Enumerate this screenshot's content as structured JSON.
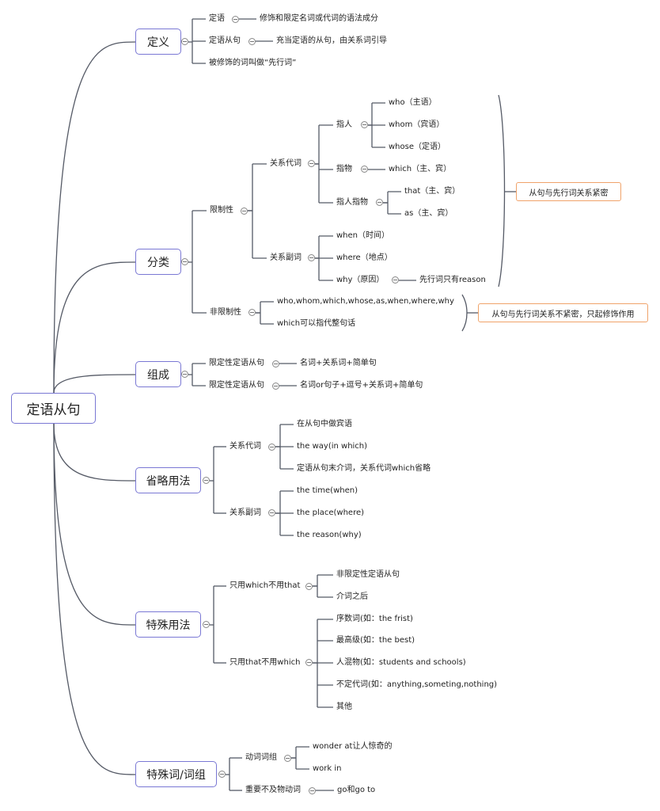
{
  "root": "定语从句",
  "branches": {
    "def": {
      "title": "定义",
      "attr": "定语",
      "attr_desc": "修饰和限定名词或代词的语法成分",
      "clause": "定语从句",
      "clause_desc": "充当定语的从句，由关系词引导",
      "antecedent": "被修饰的词叫做“先行词”"
    },
    "cls": {
      "title": "分类",
      "restrictive": "限制性",
      "rel_pron": "关系代词",
      "person": "指人",
      "who": "who（主语）",
      "whom": "whom（宾语）",
      "whose": "whose（定语）",
      "thing": "指物",
      "which": "which（主、宾）",
      "person_thing": "指人指物",
      "that": "that（主、宾）",
      "as": "as（主、宾）",
      "rel_adv": "关系副词",
      "when": "when（时间）",
      "where": "where（地点）",
      "why": "why（原因）",
      "why_note": "先行词只有reason",
      "restrictive_note": "从句与先行词关系紧密",
      "nonrestrictive": "非限制性",
      "nr_words": "who,whom,which,whose,as,when,where,why",
      "nr_which": "which可以指代整句话",
      "nonrestrictive_note": "从句与先行词关系不紧密，只起修饰作用"
    },
    "comp": {
      "title": "组成",
      "c1": "限定性定语从句",
      "c1_desc": "名词+关系词+简单句",
      "c2": "限定性定语从句",
      "c2_desc": "名词or句子+逗号+关系词+简单句"
    },
    "omit": {
      "title": "省略用法",
      "pron": "关系代词",
      "p1": "在从句中做宾语",
      "p2": "the way(in which)",
      "p3": "定语从句末介词，关系代词which省略",
      "adv": "关系副词",
      "a1": "the time(when)",
      "a2": "the place(where)",
      "a3": "the reason(why)"
    },
    "spec": {
      "title": "特殊用法",
      "only_which": "只用which不用that",
      "w1": "非限定性定语从句",
      "w2": "介词之后",
      "only_that": "只用that不用which",
      "t1": "序数词(如：the frist)",
      "t2": "最高级(如：the best)",
      "t3": "人混物(如：students and schools)",
      "t4": "不定代词(如：anything,someting,nothing)",
      "t5": "其他"
    },
    "words": {
      "title": "特殊词/词组",
      "verb_phrase": "动词词组",
      "v1": "wonder at让人惊奇的",
      "v2": "work in",
      "intrans": "重要不及物动词",
      "intrans_desc": "go和go to"
    }
  },
  "colors": {
    "branch_line": "#555a66",
    "box_border": "#7a78d4",
    "callout_border": "#f0a36a",
    "leaf_line": "#5a5f6b"
  }
}
